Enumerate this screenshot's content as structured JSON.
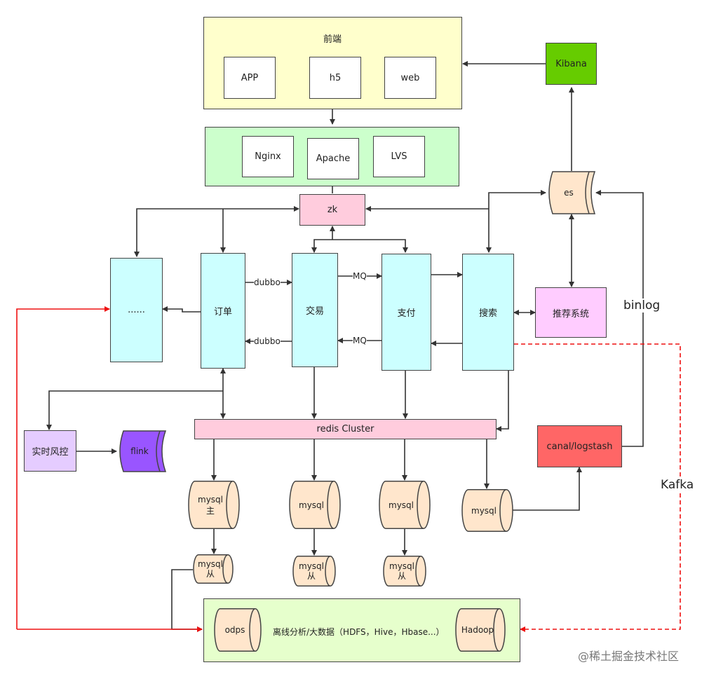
{
  "frontend": {
    "title": "前端",
    "app": "APP",
    "h5": "h5",
    "web": "web"
  },
  "proxy": {
    "nginx": "Nginx",
    "apache": "Apache",
    "lvs": "LVS"
  },
  "kibana": "Kibana",
  "es": "es",
  "zk": "zk",
  "services": {
    "more": "......",
    "order": "订单",
    "trade": "交易",
    "pay": "支付",
    "search": "搜索"
  },
  "recommend": "推荐系统",
  "edges": {
    "dubbo_top": "dubbo",
    "dubbo_bottom": "dubbo",
    "mq_top": "MQ",
    "mq_bottom": "MQ",
    "binlog": "binlog",
    "kafka": "Kafka"
  },
  "redis": "redis Cluster",
  "canal": "canal/logstash",
  "risk": "实时风控",
  "flink": "flink",
  "mysql": {
    "m1_line1": "mysql",
    "m1_line2": "主",
    "m2": "mysql",
    "m3": "mysql",
    "m4": "mysql",
    "s1_line1": "mysql",
    "s1_line2": "从",
    "s2_line1": "mysql",
    "s2_line2": "从",
    "s3_line1": "mysql",
    "s3_line2": "从"
  },
  "bigdata": {
    "odps": "odps",
    "desc": "离线分析/大数据（HDFS，Hive，Hbase...）",
    "hadoop": "Hadoop"
  },
  "watermark": "@稀土掘金技术社区",
  "colors": {
    "frontend_bg": "#ffffcc",
    "proxy_bg": "#ccffcc",
    "kibana_bg": "#66cc00",
    "zk_bg": "#ffccdd",
    "service_bg": "#ccffff",
    "recommend_bg": "#ffccff",
    "redis_bg": "#ffccdd",
    "canal_bg": "#ff6666",
    "risk_bg": "#e5ccff",
    "flink_bg": "#9955ff",
    "db_bg": "#ffe6cc",
    "bigdata_bg": "#e6ffcc",
    "red_line": "#ee1111"
  }
}
